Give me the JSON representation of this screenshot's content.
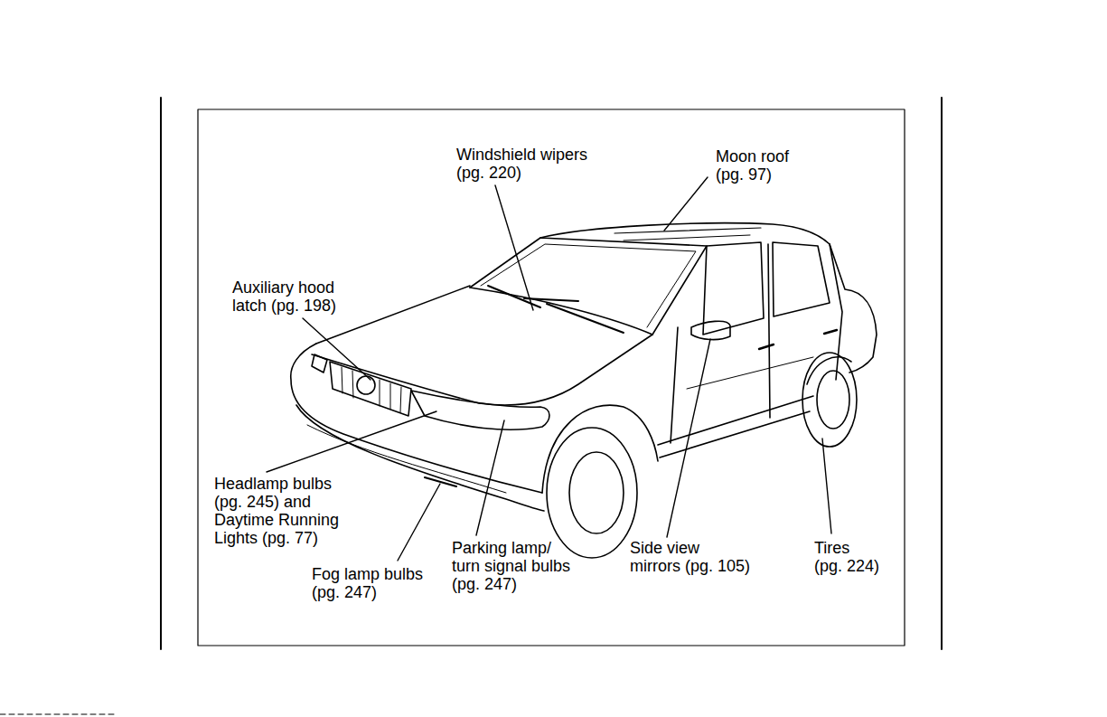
{
  "diagram": {
    "labels": [
      "Windshield wipers (pg. 220)",
      "Moon roof (pg. 97)",
      "Auxiliary hood latch (pg. 198)",
      "Headlamp bulbs (pg. 245) and Daytime Running Lights (pg. 77)",
      "Fog lamp bulbs (pg. 247)",
      "Parking lamp/ turn signal bulbs (pg. 247)",
      "Side view mirrors (pg. 105)",
      "Tires (pg. 224)"
    ]
  }
}
